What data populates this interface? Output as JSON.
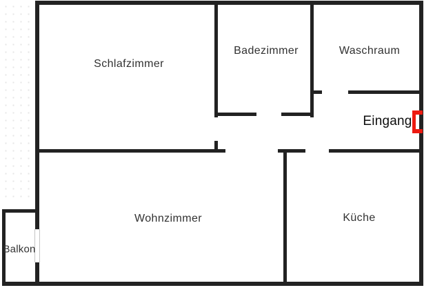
{
  "plan": {
    "rooms": {
      "schlafzimmer": {
        "label": "Schlafzimmer"
      },
      "badezimmer": {
        "label": "Badezimmer"
      },
      "waschraum": {
        "label": "Waschraum"
      },
      "wohnzimmer": {
        "label": "Wohnzimmer"
      },
      "kueche": {
        "label": "Küche"
      },
      "balkon": {
        "label": "Balkon"
      },
      "eingang": {
        "label": "Eingang"
      }
    },
    "markers": {
      "entrance_door_icon": "red door bracket at right outer wall next to Eingang label"
    },
    "colors": {
      "wall": "#222222",
      "entrance_door_red": "#ed1a10",
      "room_label": "#313131",
      "eingang_label": "#0e0e0e",
      "dot_pattern": "#e6e6e6",
      "background": "#ffffff",
      "balcony_door_edge": "#c4c4c4"
    }
  }
}
